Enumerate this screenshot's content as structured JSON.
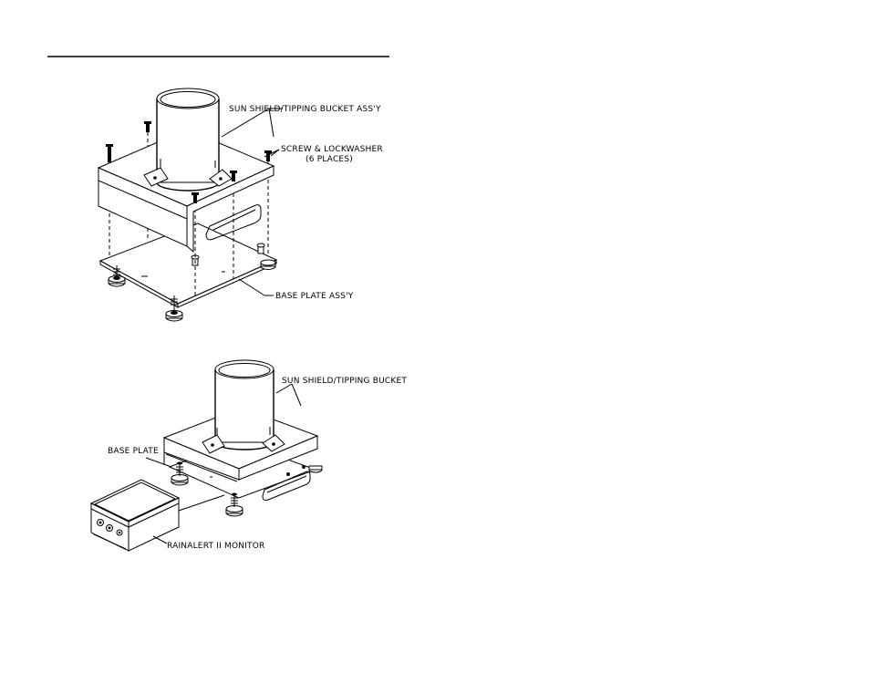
{
  "figure_top": {
    "labels": {
      "sun_shield": "SUN SHIELD/TIPPING BUCKET ASS'Y",
      "screw_line1": "SCREW & LOCKWASHER",
      "screw_line2": "(6 PLACES)",
      "base_plate": "BASE PLATE ASS'Y"
    }
  },
  "figure_bottom": {
    "labels": {
      "sun_shield": "SUN SHIELD/TIPPING BUCKET",
      "base_plate": "BASE PLATE",
      "monitor": "RAINALERT II MONITOR"
    }
  }
}
